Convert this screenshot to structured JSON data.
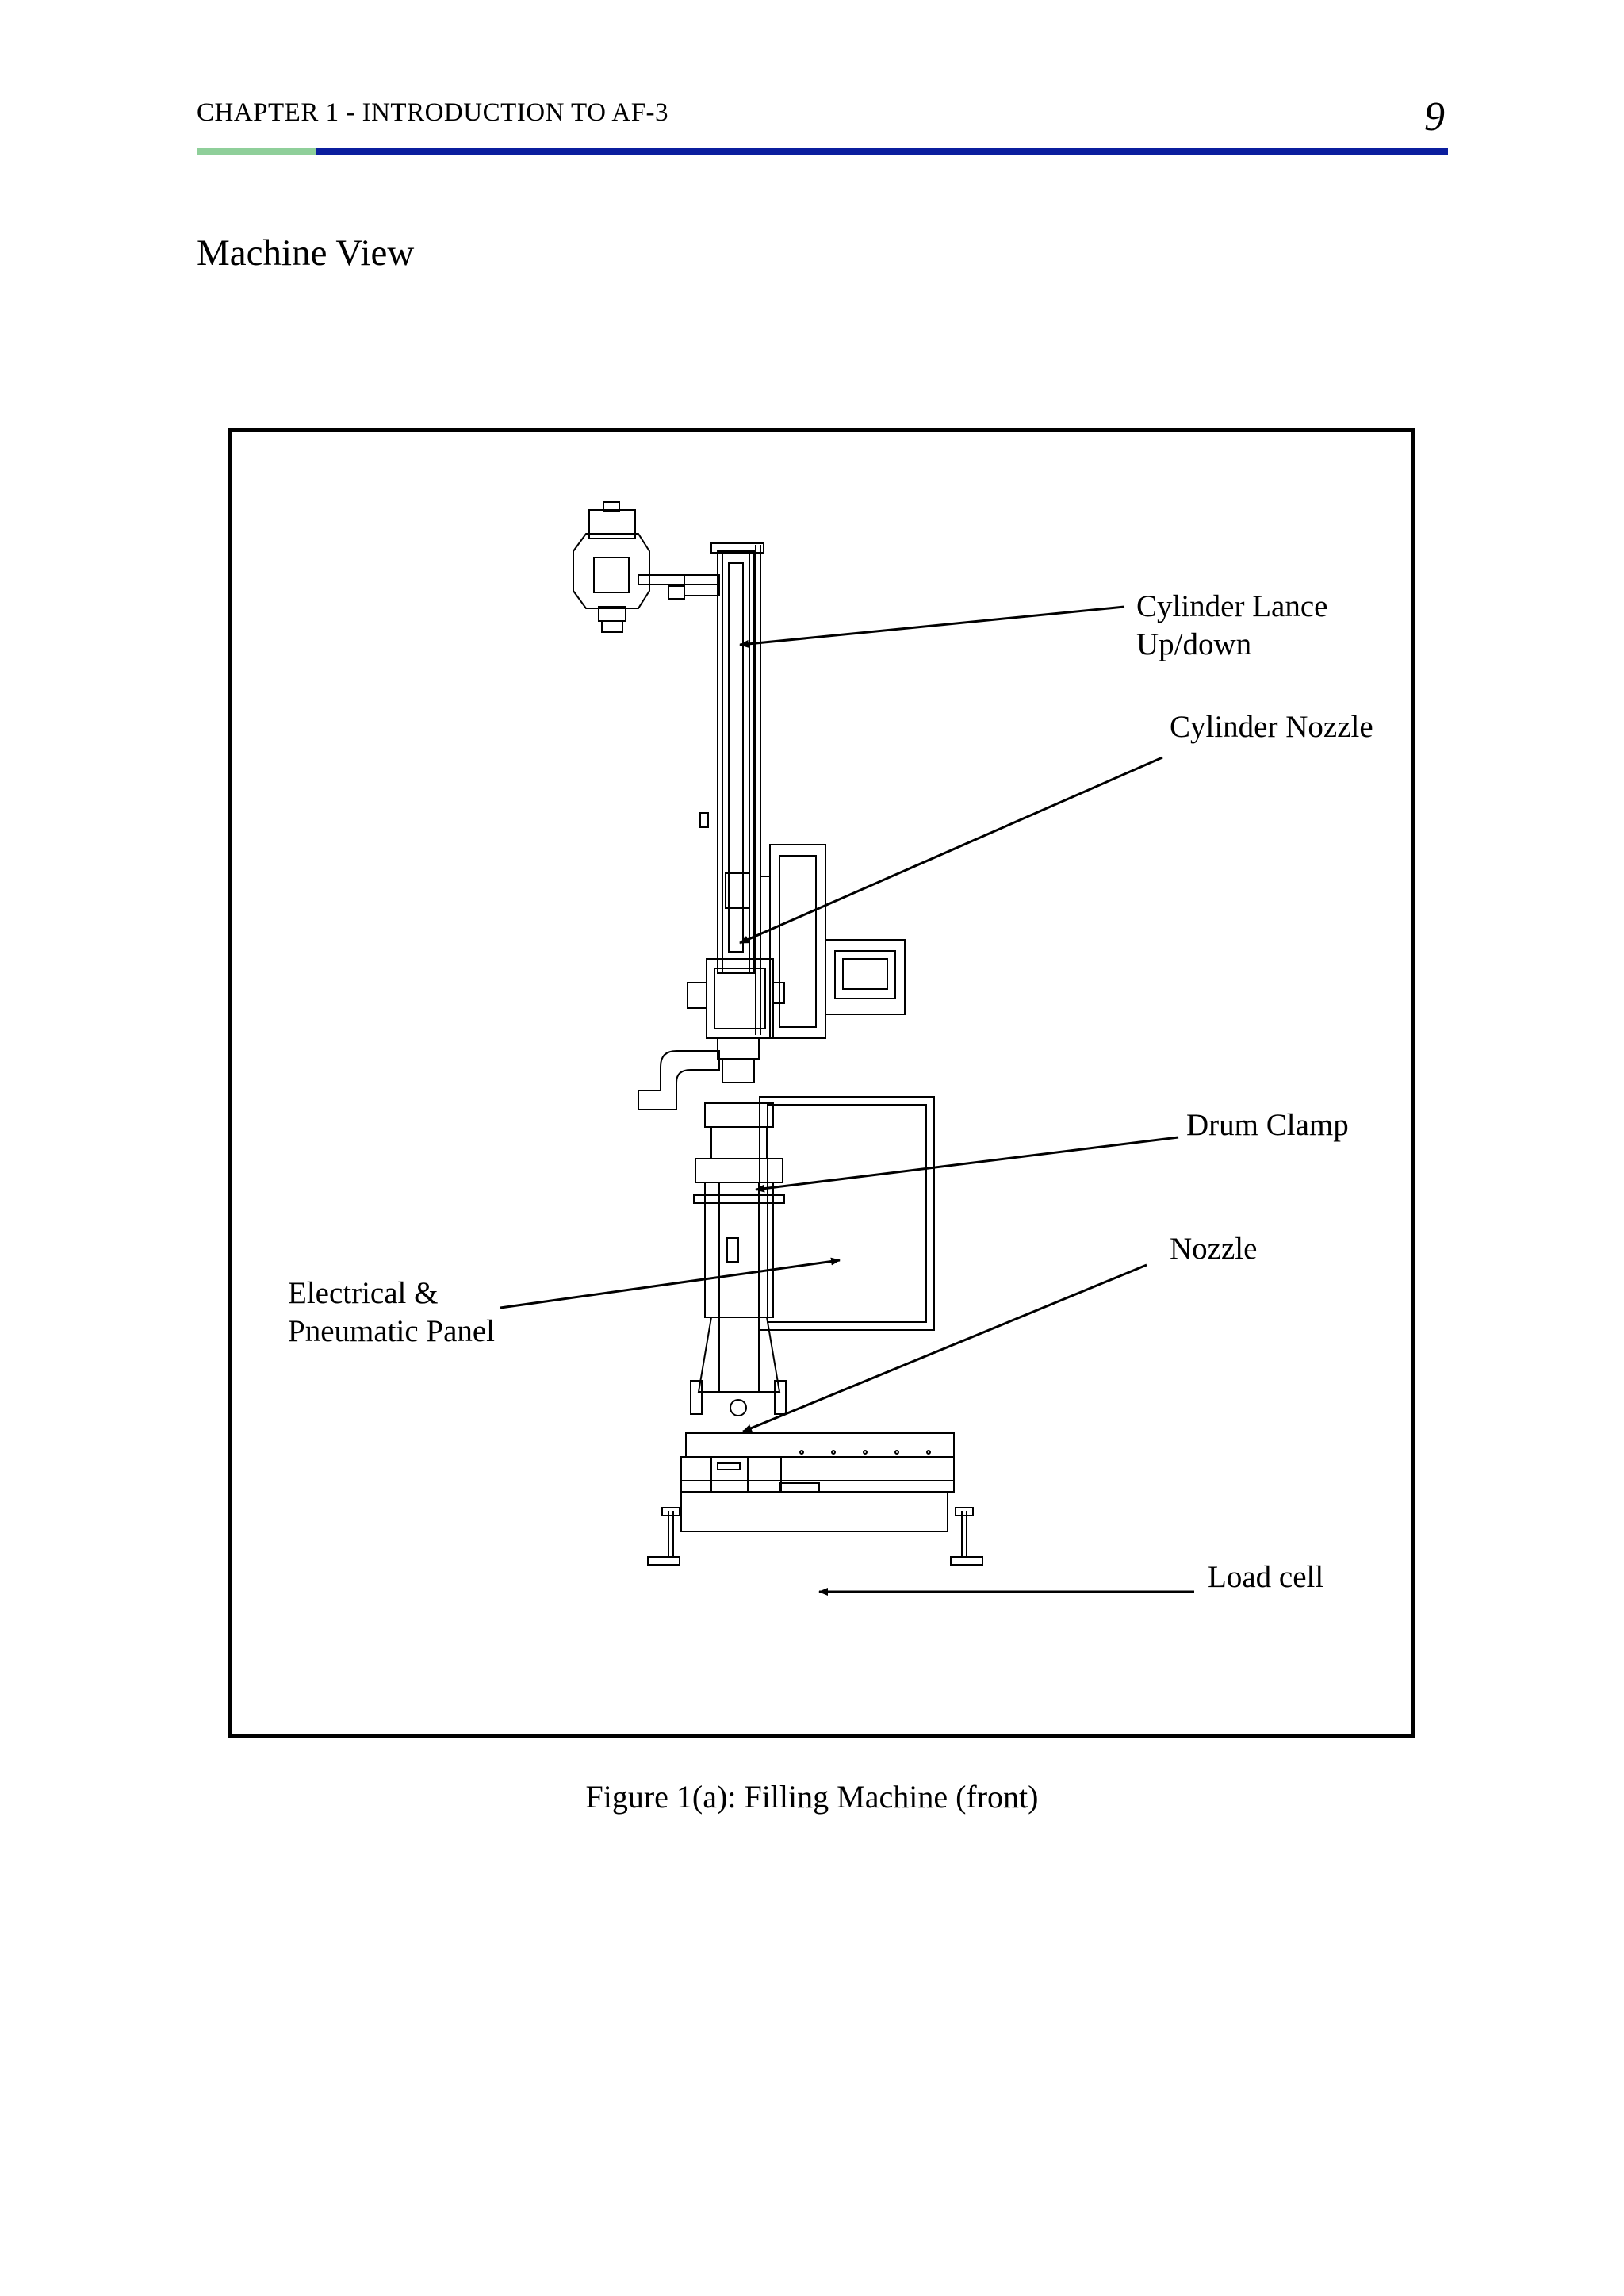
{
  "header": {
    "chapter": "CHAPTER 1 - INTRODUCTION TO AF-3",
    "page_number": "9"
  },
  "section_title": "Machine View",
  "figure": {
    "callouts": {
      "cylinder_lance_line1": "Cylinder Lance",
      "cylinder_lance_line2": "Up/down",
      "cylinder_nozzle": "Cylinder Nozzle",
      "drum_clamp": "Drum Clamp",
      "nozzle": "Nozzle",
      "electrical_line1": "Electrical &",
      "electrical_line2": "Pneumatic Panel",
      "load_cell": "Load cell"
    },
    "caption": "Figure 1(a): Filling Machine (front)"
  },
  "colors": {
    "rule_green": "#8fcf9a",
    "rule_blue": "#0b1e9e"
  }
}
